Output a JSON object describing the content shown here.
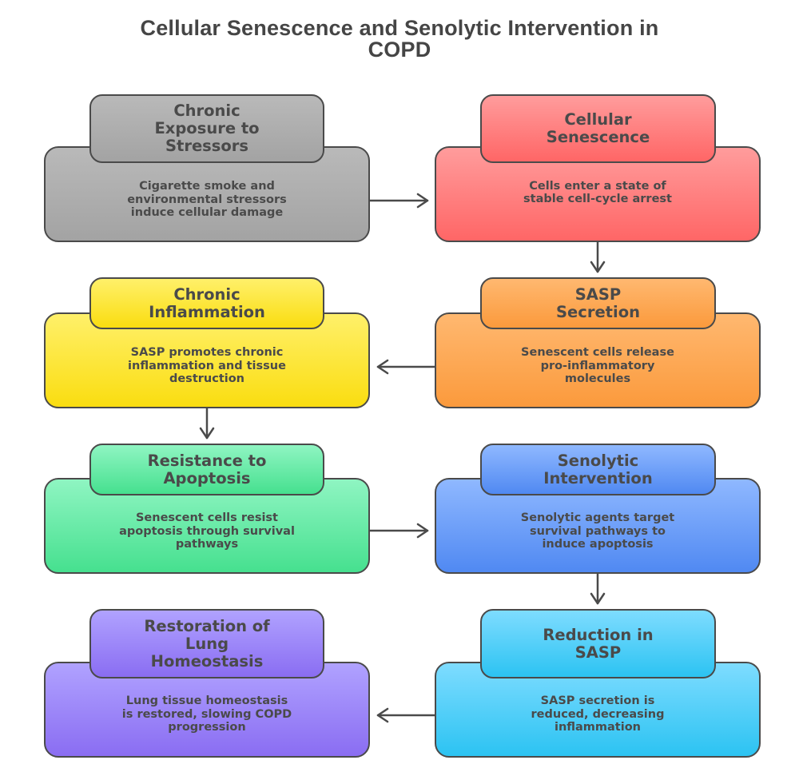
{
  "title": {
    "line1": "Cellular Senescence and Senolytic Intervention in",
    "line2": "COPD"
  },
  "nodes": [
    {
      "id": "chronic-exposure",
      "title": "Chronic\nExposure to\nStressors",
      "description": "Cigarette smoke and\nenvironmental stressors\ninduce cellular damage",
      "color_top": "#b9b9b9",
      "color_bottom": "#a3a3a3"
    },
    {
      "id": "cellular-senescence",
      "title": "Cellular\nSenescence",
      "description": "Cells enter a state of\nstable cell-cycle arrest",
      "color_top": "#ff9c9c",
      "color_bottom": "#ff6666"
    },
    {
      "id": "sasp-secretion",
      "title": "SASP\nSecretion",
      "description": "Senescent cells release\npro-inflammatory\nmolecules",
      "color_top": "#ffb870",
      "color_bottom": "#fb9a3c"
    },
    {
      "id": "chronic-inflammation",
      "title": "Chronic\nInflammation",
      "description": "SASP promotes chronic\ninflammation and tissue\ndestruction",
      "color_top": "#fff06a",
      "color_bottom": "#fadd10"
    },
    {
      "id": "resistance-apoptosis",
      "title": "Resistance to\nApoptosis",
      "description": "Senescent cells resist\napoptosis through survival\npathways",
      "color_top": "#8ff5c2",
      "color_bottom": "#46e08f"
    },
    {
      "id": "senolytic-intervention",
      "title": "Senolytic\nIntervention",
      "description": "Senolytic agents target\nsurvival pathways to\ninduce apoptosis",
      "color_top": "#8fb8ff",
      "color_bottom": "#5089f2"
    },
    {
      "id": "reduction-sasp",
      "title": "Reduction in\nSASP",
      "description": "SASP secretion is\nreduced, decreasing\ninflammation",
      "color_top": "#7edcff",
      "color_bottom": "#2cc3f2"
    },
    {
      "id": "restoration-homeostasis",
      "title": "Restoration of\nLung\nHomeostasis",
      "description": "Lung tissue homeostasis\nis restored, slowing COPD\nprogression",
      "color_top": "#b0a2ff",
      "color_bottom": "#8a6df2"
    }
  ],
  "edges": [
    {
      "from": "chronic-exposure",
      "to": "cellular-senescence"
    },
    {
      "from": "cellular-senescence",
      "to": "sasp-secretion"
    },
    {
      "from": "sasp-secretion",
      "to": "chronic-inflammation"
    },
    {
      "from": "chronic-inflammation",
      "to": "resistance-apoptosis"
    },
    {
      "from": "resistance-apoptosis",
      "to": "senolytic-intervention"
    },
    {
      "from": "senolytic-intervention",
      "to": "reduction-sasp"
    },
    {
      "from": "reduction-sasp",
      "to": "restoration-homeostasis"
    }
  ],
  "colors": {
    "stroke": "#4a4a4a",
    "text": "#4a4a4a",
    "title": "#454545"
  }
}
